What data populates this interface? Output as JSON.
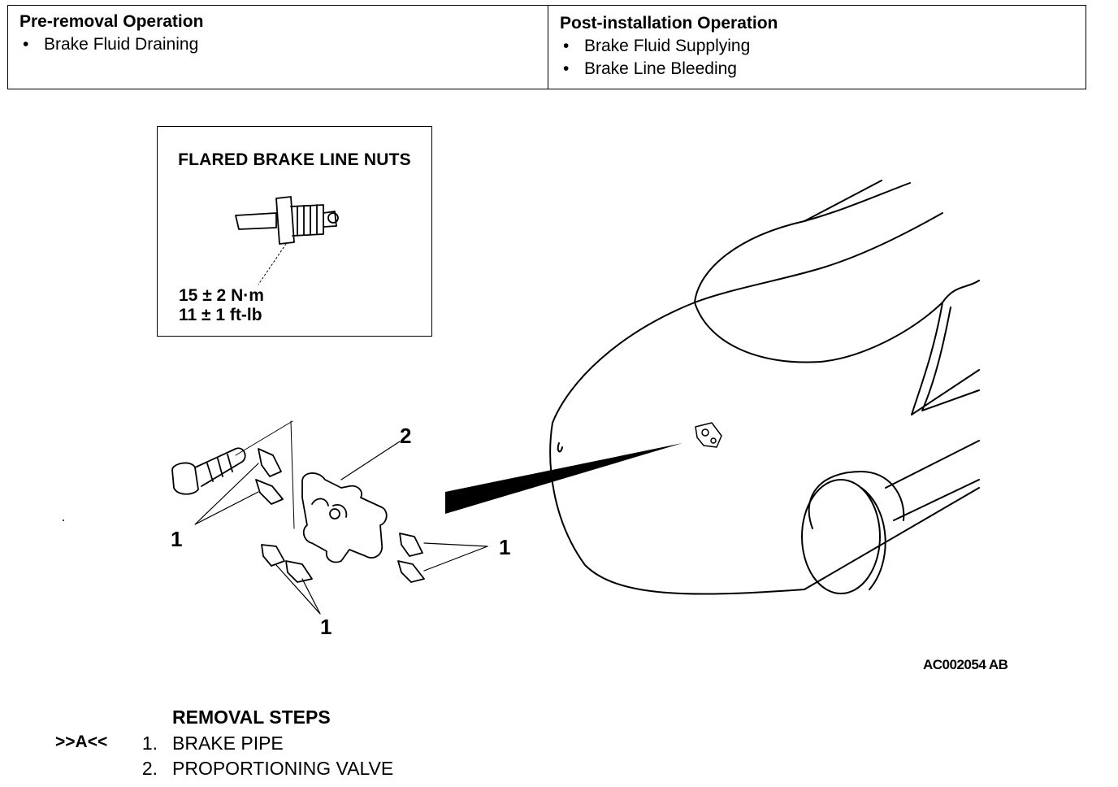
{
  "operations": {
    "pre_removal": {
      "heading": "Pre-removal Operation",
      "items": [
        "Brake Fluid Draining"
      ]
    },
    "post_installation": {
      "heading": "Post-installation Operation",
      "items": [
        "Brake Fluid Supplying",
        "Brake Line Bleeding"
      ]
    }
  },
  "torque_box": {
    "title": "FLARED BRAKE LINE NUTS",
    "value_metric": "15 ± 2 N·m",
    "value_imperial": "11 ± 1 ft-lb"
  },
  "callouts": {
    "part_1": "1",
    "part_2": "2"
  },
  "figure_code": "AC002054 AB",
  "removal_steps": {
    "title": "REMOVAL STEPS",
    "items": [
      {
        "ref": ">>A<<",
        "num": "1.",
        "label": "BRAKE PIPE"
      },
      {
        "ref": "",
        "num": "2.",
        "label": "PROPORTIONING VALVE"
      }
    ]
  }
}
